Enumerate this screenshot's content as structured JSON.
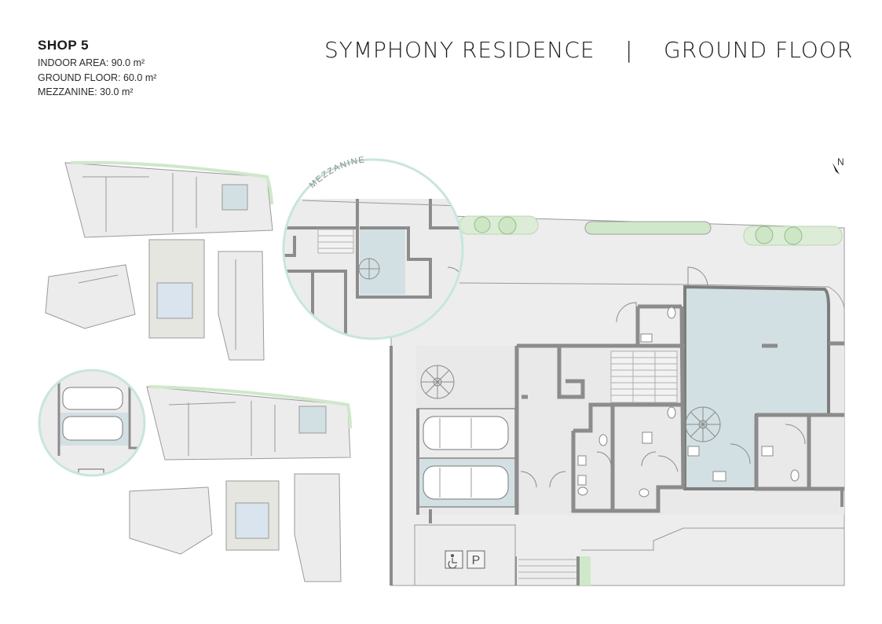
{
  "unit": {
    "name": "SHOP 5",
    "indoor_area": "INDOOR AREA: 90.0 m²",
    "ground_floor": "GROUND FLOOR: 60.0 m²",
    "mezzanine": "MEZZANINE: 30.0 m²"
  },
  "header": {
    "project": "SYMPHONY RESIDENCE",
    "separator": "|",
    "floor": "GROUND FLOOR"
  },
  "plan": {
    "mezzanine_label": "MEZZANINE",
    "north_label": "N"
  },
  "colors": {
    "highlight": "#d3e0e3",
    "wall": "#8c8c8c",
    "floor_fill": "#ececec",
    "greenery": "#cfe8c9",
    "circle_outline": "#bfe3da"
  }
}
